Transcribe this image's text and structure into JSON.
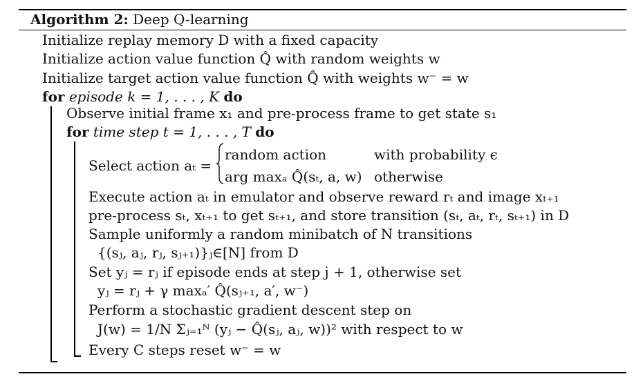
{
  "algorithm": {
    "label": "Algorithm 2:",
    "title": "Deep Q-learning"
  },
  "lines": {
    "init_replay": "Initialize replay memory D with a fixed capacity",
    "init_q": "Initialize action value function Q̂ with random weights w",
    "init_target": "Initialize target action value function Q̂ with weights w⁻ = w",
    "for_episode_kw": "for",
    "for_episode_var": "episode",
    "for_episode_range": "k = 1, . . . , K",
    "do1": "do",
    "observe": "Observe initial frame x₁ and pre-process frame to get state s₁",
    "for_time_kw": "for",
    "for_time_var": "time step",
    "for_time_range": "t = 1, . . . , T",
    "do2": "do",
    "select_action": "Select action aₜ =",
    "case1_left": "random action",
    "case1_right": "with probability ϵ",
    "case2_left": "arg maxₐ Q̂(sₜ, a, w)",
    "case2_right": "otherwise",
    "execute": "Execute action aₜ in emulator and observe reward rₜ and image xₜ₊₁",
    "preprocess": "pre-process sₜ, xₜ₊₁ to get sₜ₊₁, and store transition (sₜ, aₜ, rₜ, sₜ₊₁) in D",
    "sample": "Sample uniformly a random minibatch of N transitions",
    "sample_set": "{(sⱼ, aⱼ, rⱼ, sⱼ₊₁)}ⱼ∈[N] from D",
    "set_y": "Set yⱼ = rⱼ if episode ends at step j + 1, otherwise set",
    "y_formula": "yⱼ = rⱼ + γ maxₐ′ Q̂(sⱼ₊₁, a′, w⁻)",
    "gradient": "Perform a stochastic gradient descent step on",
    "loss": "J(w) = 1/N Σⱼ₌₁ᴺ (yⱼ − Q̂(sⱼ, aⱼ, w))² with respect to w",
    "reset": "Every C steps reset w⁻ = w"
  }
}
